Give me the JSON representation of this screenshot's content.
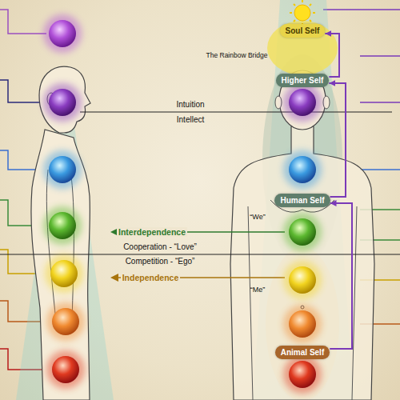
{
  "diagram": {
    "nodes": [
      {
        "text": [
          "Soul Self"
        ]
      },
      {
        "text": [
          "Higher Self"
        ]
      },
      {
        "text": [
          "Human Self"
        ]
      },
      {
        "text": [
          "Animal Self"
        ]
      }
    ],
    "edges": [
      {
        "from": 3,
        "to": 2,
        "arrow": "to"
      },
      {
        "from": 2,
        "to": 1,
        "arrow": "to"
      },
      {
        "from": 1,
        "to": 0,
        "arrow": "to"
      }
    ],
    "labels": [
      "The Rainbow Bridge",
      "Intuition",
      "Intellect",
      "Interdependence",
      "Cooperation - “Love”",
      "Competition - “Ego”",
      "Independence",
      "“We”",
      "“Me”"
    ]
  }
}
